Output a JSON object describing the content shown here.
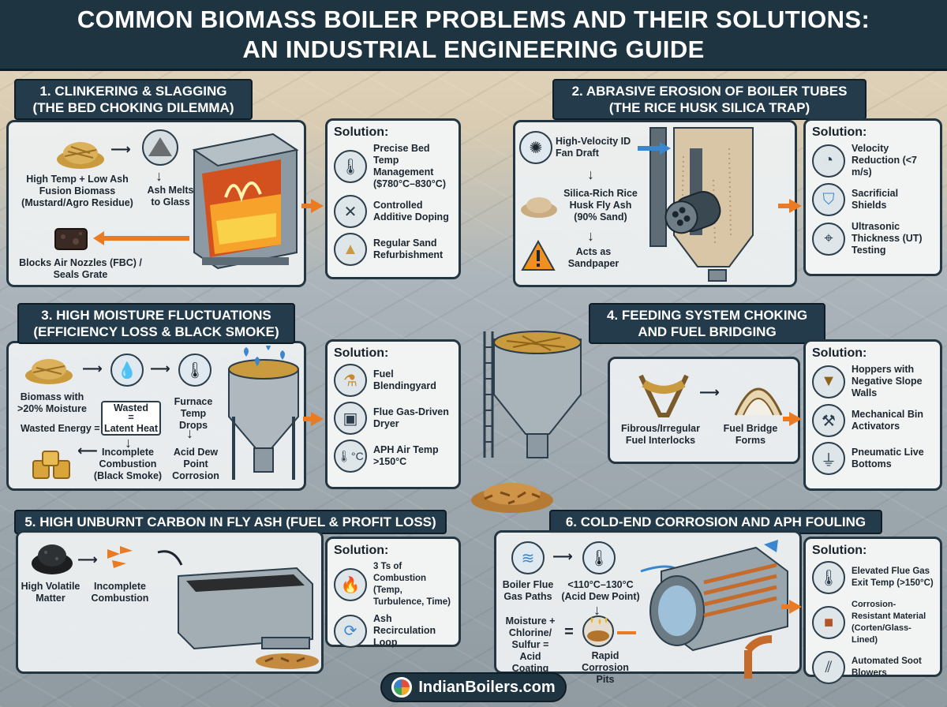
{
  "title": {
    "line1": "COMMON BIOMASS BOILER PROBLEMS AND THEIR SOLUTIONS:",
    "line2": "AN INDUSTRIAL ENGINEERING GUIDE"
  },
  "solution_heading": "Solution:",
  "s1": {
    "title_l1": "1. CLINKERING & SLAGGING",
    "title_l2": "(THE BED CHOKING DILEMMA)",
    "flow": [
      "High Temp + Low Ash Fusion Biomass (Mustard/Agro Residue)",
      "Ash Melts to Glass",
      "Blocks Air Nozzles (FBC) / Seals Grate"
    ],
    "solutions": [
      {
        "text": "Precise Bed Temp Management ($780°C–830°C)",
        "icon": "thermometer-icon"
      },
      {
        "text": "Controlled Additive Doping",
        "icon": "tools-icon"
      },
      {
        "text": "Regular Sand Refurbishment",
        "icon": "sand-pile-icon"
      }
    ]
  },
  "s2": {
    "title_l1": "2. ABRASIVE EROSION OF BOILER TUBES",
    "title_l2": "(THE RICE HUSK SILICA TRAP)",
    "flow": [
      "High-Velocity ID Fan Draft",
      "Silica-Rich Rice Husk Fly Ash (90% Sand)",
      "Acts as Sandpaper"
    ],
    "solutions": [
      {
        "text": "Velocity Reduction (<7 m/s)",
        "icon": "gauge-icon"
      },
      {
        "text": "Sacrificial Shields",
        "icon": "shield-icon"
      },
      {
        "text": "Ultrasonic Thickness (UT) Testing",
        "icon": "ultrasonic-icon"
      }
    ]
  },
  "s3": {
    "title_l1": "3. HIGH MOISTURE FLUCTUATIONS",
    "title_l2": "(EFFICIENCY LOSS & BLACK SMOKE)",
    "flow": [
      "Biomass with >20% Moisture",
      "Furnace Temp Drops",
      "Wasted Energy =",
      "Wasted",
      "=",
      "Latent Heat",
      "Incomplete Combustion (Black Smoke)",
      "Acid Dew Point Corrosion"
    ],
    "solutions": [
      {
        "text": "Fuel Blendingyard",
        "icon": "flask-icon"
      },
      {
        "text": "Flue Gas-Driven Dryer",
        "icon": "dryer-icon"
      },
      {
        "text": "APH Air Temp >150°C",
        "icon": "thermometer-c-icon"
      }
    ]
  },
  "s4": {
    "title_l1": "4. FEEDING SYSTEM CHOKING",
    "title_l2": "AND FUEL BRIDGING",
    "flow": [
      "Fibrous/Irregular Fuel Interlocks",
      "Fuel Bridge Forms"
    ],
    "solutions": [
      {
        "text": "Hoppers with Negative Slope Walls",
        "icon": "hopper-icon"
      },
      {
        "text": "Mechanical Bin Activators",
        "icon": "bin-activator-icon"
      },
      {
        "text": "Pneumatic Live Bottoms",
        "icon": "pneumatic-icon"
      }
    ]
  },
  "s5": {
    "title": "5. HIGH UNBURNT CARBON IN FLY ASH (FUEL & PROFIT LOSS)",
    "flow": [
      "High Volatile Matter",
      "Incomplete Combustion"
    ],
    "solutions": [
      {
        "text": "3 Ts of Combustion (Temp, Turbulence, Time)",
        "icon": "flame-icon"
      },
      {
        "text": "Ash Recirculation Loop",
        "icon": "recycle-icon"
      }
    ]
  },
  "s6": {
    "title": "6. COLD-END CORROSION AND APH FOULING",
    "flow": [
      "Boiler Flue Gas Paths",
      "<110°C–130°C (Acid Dew Point)",
      "Moisture + Chlorine/ Sulfur = Acid Coating",
      "=",
      "Rapid Corrosion Pits"
    ],
    "solutions": [
      {
        "text": "Elevated Flue Gas Exit Temp (>150°C)",
        "icon": "thermometer-icon"
      },
      {
        "text": "Corrosion-Resistant Material (Corten/Glass-Lined)",
        "icon": "plate-icon"
      },
      {
        "text": "Automated Soot Blowers",
        "icon": "soot-blower-icon"
      }
    ]
  },
  "footer": {
    "text": "IndianBoilers.com"
  },
  "colors": {
    "header": "#1f3441",
    "accent": "#ea7b22",
    "panel": "#eef1f2"
  }
}
